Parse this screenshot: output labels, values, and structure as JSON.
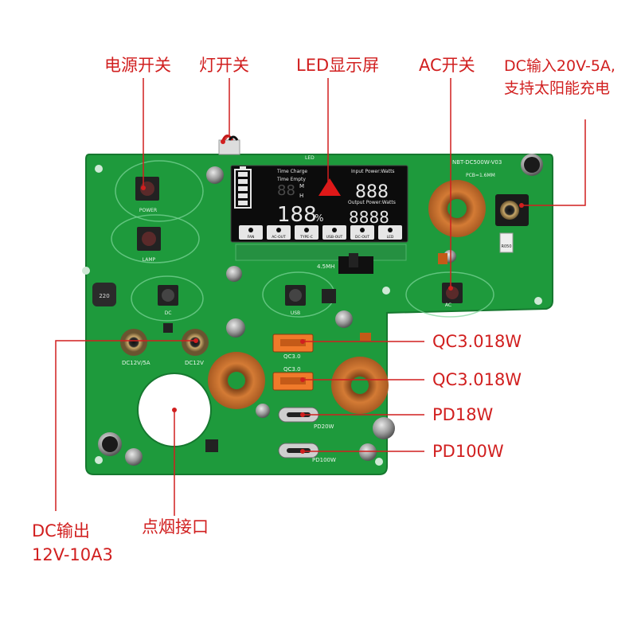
{
  "labels": {
    "power_switch": "电源开关",
    "lamp_switch": "灯开关",
    "led_display": "LED显示屏",
    "ac_switch": "AC开关",
    "dc_input_line1": "DC输入20V-5A,",
    "dc_input_line2": "支持太阳能充电",
    "qc1": "QC3.018W",
    "qc2": "QC3.018W",
    "pd18": "PD18W",
    "pd100": "PD100W",
    "dc_output_line1": "DC输出",
    "dc_output_line2": "12V-10A3",
    "cigarette_socket": "点烟接口"
  },
  "pcb": {
    "model": "NBT-DC500W-V03",
    "pcb_thickness": "PCB=1.6MM",
    "led_marking": "LED",
    "power_marking": "POWER",
    "lamp_marking": "LAMP",
    "dc_marking": "DC",
    "usb_marking": "USB",
    "ac_marking": "AC",
    "dc_out1": "DC12V/5A",
    "dc_out2": "DC12V",
    "qc30_1": "QC3.0",
    "qc30_2": "QC3.0",
    "pd20w": "PD20W",
    "pd100w": "PD100W",
    "resistor": "220",
    "inductor_mark": "4.5MH",
    "r050": "R050"
  },
  "display": {
    "time_charge": "Time Charge",
    "time_empty": "Time Empty",
    "input_power": "Input Power:Watts",
    "output_power": "Output Power:Watts",
    "hours_unit": "H",
    "minutes_unit": "M",
    "percent_unit": "%",
    "digits_time": "88",
    "digits_percent": "188",
    "digits_input": "888",
    "digits_output": "8888",
    "battery_bars": 5,
    "icons": [
      "FAN",
      "AC-OUT",
      "TYPE-C",
      "USB-OUT",
      "DC-OUT",
      "LED"
    ]
  },
  "colors": {
    "label_red": "#d11f1f",
    "pcb_green": "#1e9a3c",
    "pcb_light": "#2bb24c",
    "copper": "#c86a2a",
    "qc_orange": "#f07a2a",
    "lcd_black": "#0c0c0c"
  }
}
